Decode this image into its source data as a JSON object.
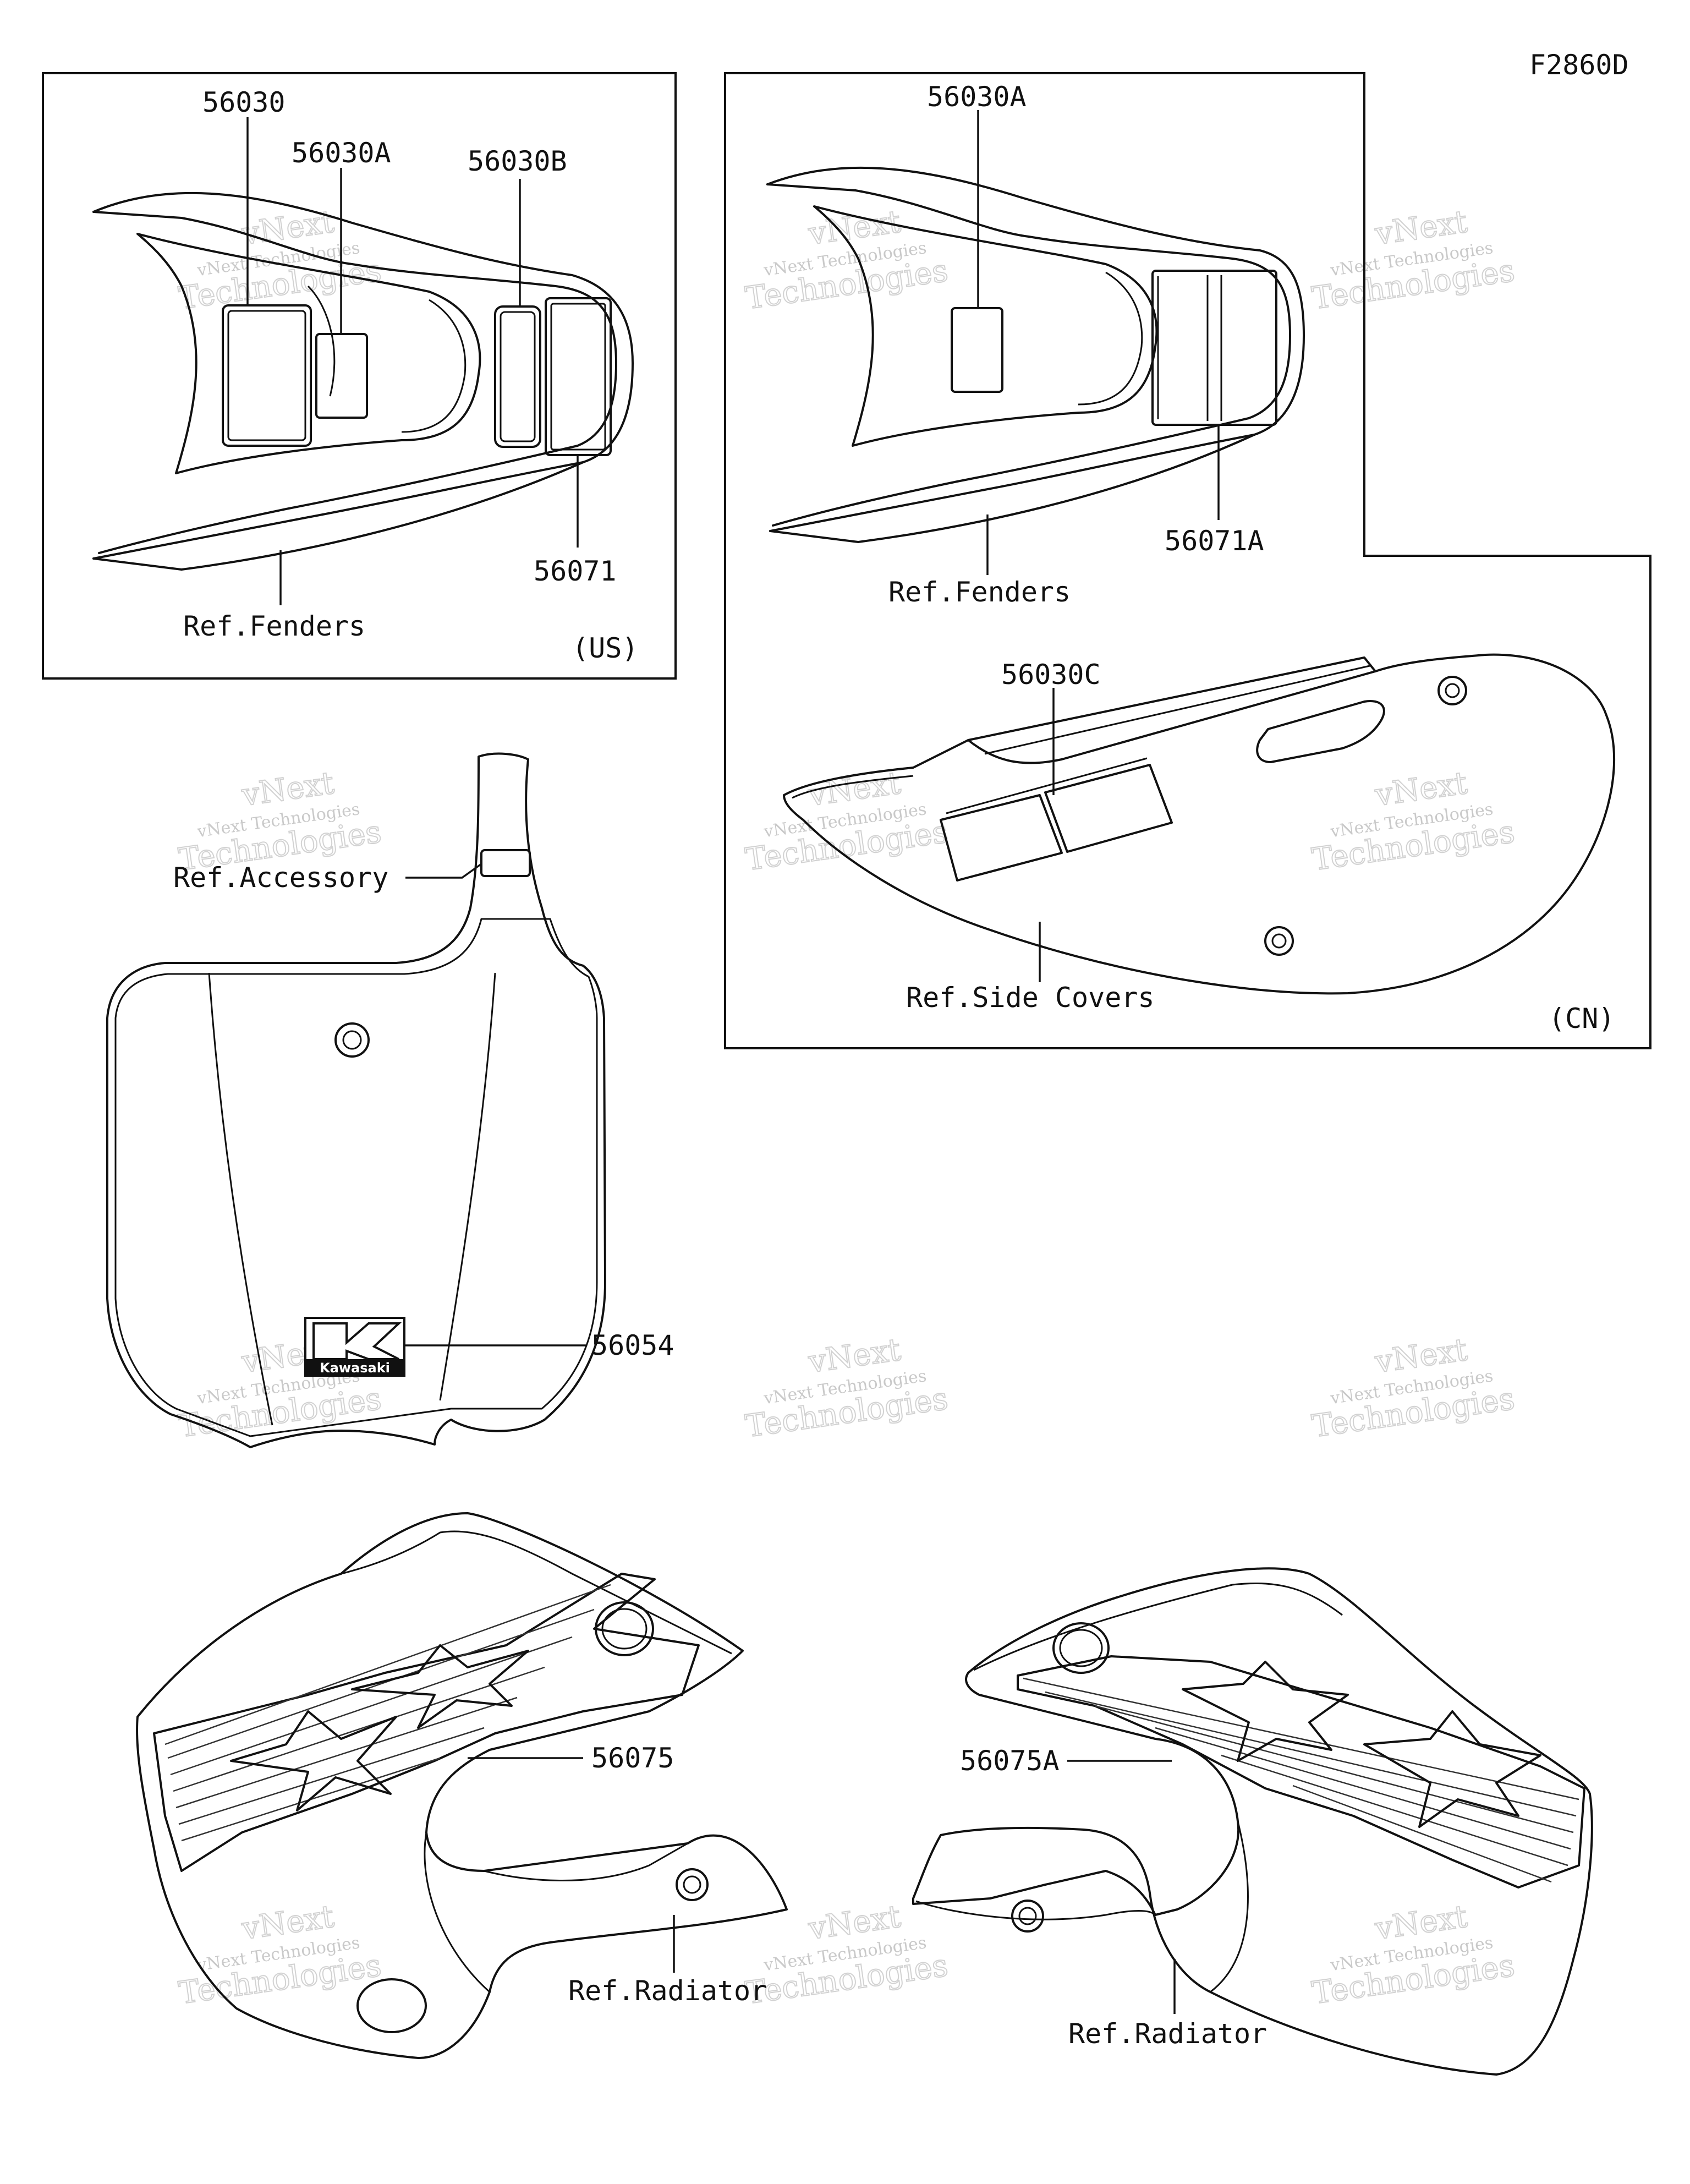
{
  "diagram_code": "F2860D",
  "panels": {
    "us": {
      "region": "(US)"
    },
    "cn": {
      "region": "(CN)"
    }
  },
  "parts": {
    "p56030": "56030",
    "p56030A_us": "56030A",
    "p56030B": "56030B",
    "p56071": "56071",
    "p56030A_cn": "56030A",
    "p56071A": "56071A",
    "p56030C": "56030C",
    "p56054": "56054",
    "p56075": "56075",
    "p56075A": "56075A"
  },
  "references": {
    "fenders_us": "Ref.Fenders",
    "fenders_cn": "Ref.Fenders",
    "side_covers": "Ref.Side Covers",
    "accessory": "Ref.Accessory",
    "radiator_left": "Ref.Radiator",
    "radiator_right": "Ref.Radiator"
  },
  "logo_text": "Kawasaki",
  "watermark": {
    "line1": "vNext Technologies",
    "line2": "Technologies",
    "line3": "vNext"
  }
}
